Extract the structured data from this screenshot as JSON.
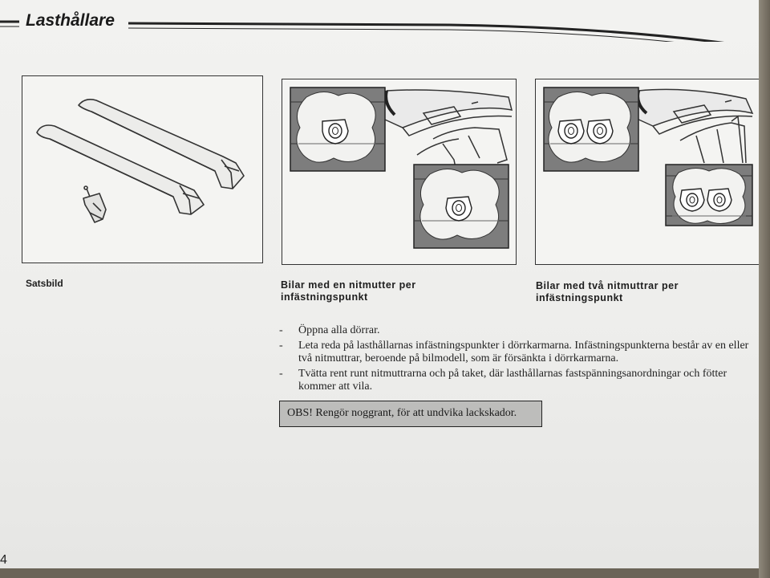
{
  "header": {
    "title": "Lasthållare"
  },
  "figures": [
    {
      "caption": "Satsbild"
    },
    {
      "caption": "Bilar med en nitmutter per infästningspunkt"
    },
    {
      "caption": "Bilar med två nitmuttrar per infästningspunkt"
    }
  ],
  "instructions": [
    {
      "bullet": "-",
      "text": "Öppna alla dörrar."
    },
    {
      "bullet": "-",
      "text": "Leta reda på lasthållarnas infästningspunkter i dörrkarmarna. Infästningspunkterna består av en eller två nitmuttrar, beroende på bilmodell, som är försänkta i dörrkarmarna."
    },
    {
      "bullet": "-",
      "text": "Tvätta rent runt nitmuttrarna och på taket, där lasthållarnas fastspänningsanordningar och fötter kommer att vila."
    }
  ],
  "note": {
    "text": "OBS! Rengör noggrant, för att undvika lackskador."
  },
  "page_number": "4",
  "colors": {
    "paper": "#f2f2f0",
    "ink": "#1a1a1a",
    "note_fill": "#bdbdbb",
    "inset_fill": "#7d7d7d"
  },
  "icons": [
    "roof-rack-bar-icon",
    "mounting-bolt-icon",
    "rivet-nut-icon",
    "car-roof-icon"
  ]
}
